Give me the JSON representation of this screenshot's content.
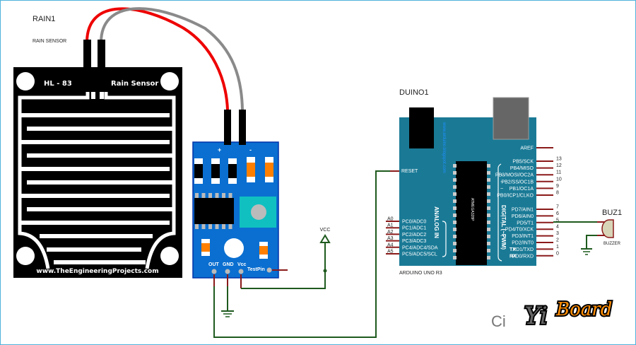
{
  "rain_sensor": {
    "ref": "RAIN1",
    "type": "RAIN SENSOR",
    "board_model": "HL - 83",
    "board_title": "Rain Sensor",
    "website": "www.TheEngineeringProjects.com"
  },
  "module": {
    "plus": "+",
    "minus": "-",
    "pins": [
      "OUT",
      "GND",
      "Vcc"
    ],
    "test_pin": "TestPin"
  },
  "power": {
    "vcc_label": "VCC"
  },
  "arduino": {
    "ref": "DUINO1",
    "model": "ARDUINO UNO R3",
    "reset": "RESET",
    "analog_title": "ANALOG IN",
    "digital_title": "DIGITAL (~PWM)",
    "vertical_url": "www.arduino.blogspot.com",
    "chip_label": "ATMEGA328P",
    "analog_pins": [
      {
        "num": "A0",
        "name": "PC0/ADC0"
      },
      {
        "num": "A1",
        "name": "PC1/ADC1"
      },
      {
        "num": "A2",
        "name": "PC2/ADC2"
      },
      {
        "num": "A3",
        "name": "PC3/ADC3"
      },
      {
        "num": "A4",
        "name": "PC4/ADC4/SDA"
      },
      {
        "num": "A5",
        "name": "PC5/ADC5/SCL"
      }
    ],
    "aref": "AREF",
    "digital_high": [
      {
        "num": "13",
        "name": "PB5/SCK",
        "pwm": ""
      },
      {
        "num": "12",
        "name": "PB4/MISO",
        "pwm": ""
      },
      {
        "num": "11",
        "name": "PB3/MOSI/OC2A",
        "pwm": "~"
      },
      {
        "num": "10",
        "name": "PB2/SS/OC1B",
        "pwm": "~"
      },
      {
        "num": "9",
        "name": "PB1/OC1A",
        "pwm": "~"
      },
      {
        "num": "8",
        "name": "PB0/ICP1/CLKO",
        "pwm": ""
      }
    ],
    "digital_low": [
      {
        "num": "7",
        "name": "PD7/AIN1",
        "pwm": "",
        "tag": ""
      },
      {
        "num": "6",
        "name": "PD6/AIN0",
        "pwm": "~",
        "tag": ""
      },
      {
        "num": "5",
        "name": "PD5/T1",
        "pwm": "~",
        "tag": ""
      },
      {
        "num": "4",
        "name": "PD4/T0/XCK",
        "pwm": "",
        "tag": ""
      },
      {
        "num": "3",
        "name": "PD3/INT1",
        "pwm": "~",
        "tag": ""
      },
      {
        "num": "2",
        "name": "PD2/INT0",
        "pwm": "",
        "tag": ""
      },
      {
        "num": "1",
        "name": "PD1/TXD",
        "pwm": "",
        "tag": "TX"
      },
      {
        "num": "0",
        "name": "PD0/RXD",
        "pwm": "",
        "tag": "RX"
      }
    ]
  },
  "buzzer": {
    "ref": "BUZ1",
    "type": "BUZZER"
  },
  "watermark": {
    "prefix": "Ci",
    "brand_left": "Yi",
    "brand_right": "Board"
  },
  "colors": {
    "module_blue": "#0a6fd0",
    "arduino_teal": "#1a7a96",
    "wire_red": "#ee0000",
    "wire_gray": "#8a8a8a",
    "net_green": "#1e5a1e",
    "pin_red": "#8b1a1a",
    "frame": "#4fb3dc"
  }
}
